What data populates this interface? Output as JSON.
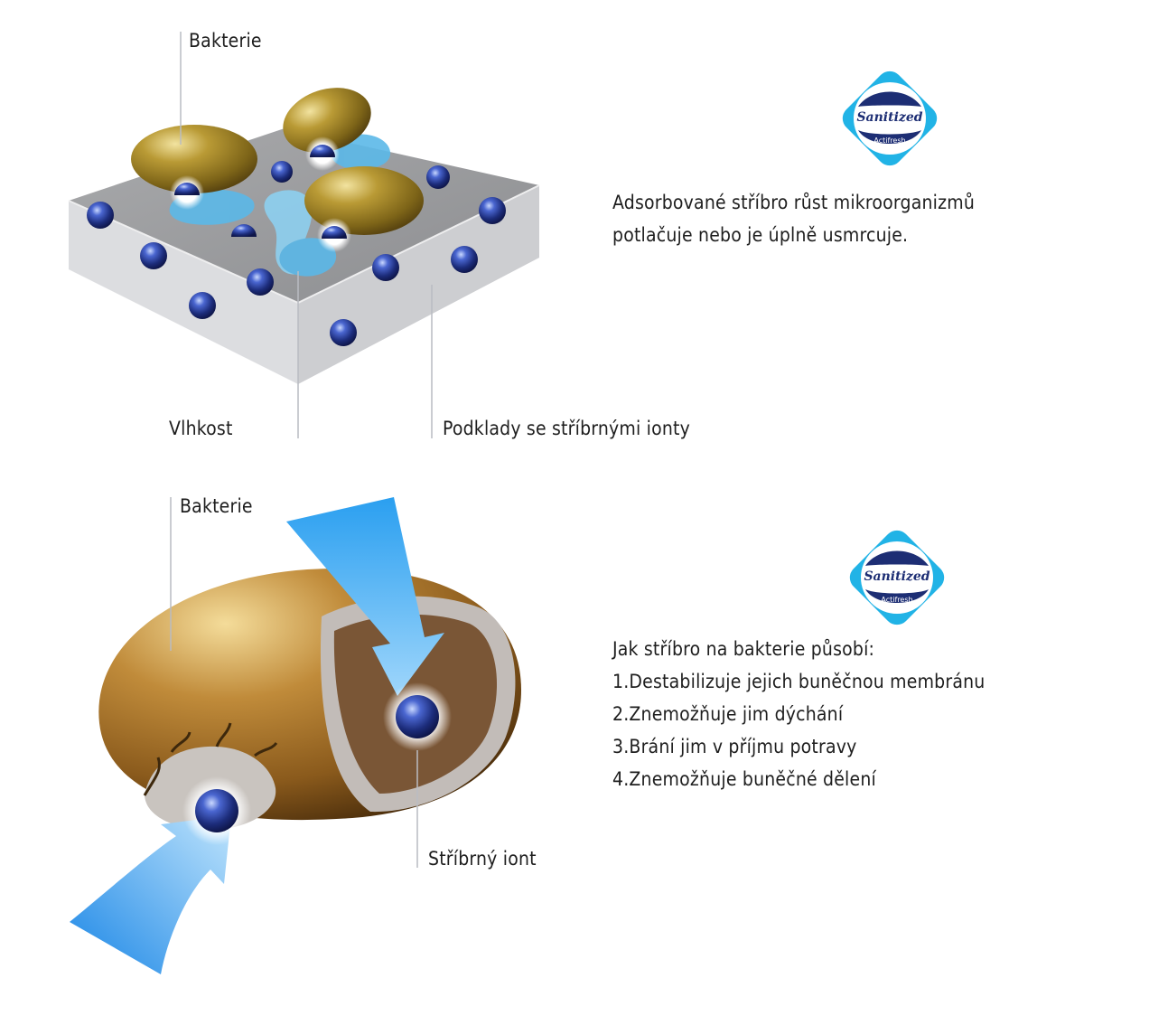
{
  "diagram1": {
    "label_bacteria": "Bakterie",
    "label_moisture": "Vlhkost",
    "label_substrate": "Podklady se stříbrnými ionty",
    "description_lines": [
      "Adsorbované stříbro růst mikroorganizmů",
      "potlačuje nebo je úplně usmrcuje."
    ]
  },
  "diagram2": {
    "label_bacteria": "Bakterie",
    "label_ion": "Stříbrný iont",
    "description_lines": [
      "Jak stříbro na bakterie působí:",
      "1.Destabilizuje jejich buněčnou membránu",
      "2.Znemožňuje jim dýchání",
      "3.Brání jim v příjmu potravy",
      "4.Znemožňuje buněčné dělení"
    ]
  },
  "logo": {
    "brand": "Sanitized",
    "product": "Actifresh"
  },
  "colors": {
    "bacteria": "#a58a2c",
    "ion": "#1c2c7a",
    "moisture": "#58b6e6",
    "arrow": "#2aa2ec",
    "surface_top": "#9b9c9e",
    "surface_side": "#d5d6d8",
    "logo_cyan": "#21b3e6",
    "logo_navy": "#1d2e74"
  }
}
